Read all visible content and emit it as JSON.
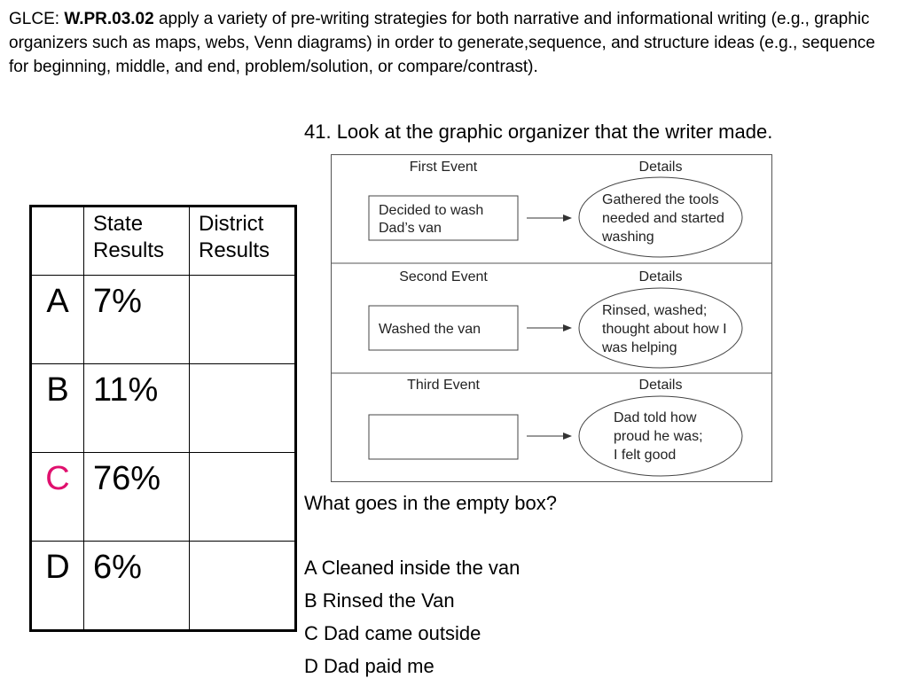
{
  "header": {
    "prefix": "GLCE: ",
    "code": "W.PR.03.02",
    "text": " apply a variety of pre-writing strategies for both narrative and informational writing (e.g., graphic organizers such as maps, webs, Venn diagrams) in order to generate,sequence, and structure ideas (e.g., sequence for beginning, middle, and end, problem/solution, or compare/contrast)."
  },
  "question": "41. Look at the graphic organizer that the writer made.",
  "organizer": {
    "rows": [
      {
        "event_label": "First Event",
        "details_label": "Details",
        "event_lines": [
          "Decided to wash",
          "Dad’s van"
        ],
        "detail_lines": [
          "Gathered the tools",
          "needed and started",
          "washing"
        ]
      },
      {
        "event_label": "Second Event",
        "details_label": "Details",
        "event_lines": [
          "Washed the van"
        ],
        "detail_lines": [
          "Rinsed, washed;",
          "thought about how I",
          "was helping"
        ]
      },
      {
        "event_label": "Third Event",
        "details_label": "Details",
        "event_lines": [],
        "detail_lines": [
          "Dad told how",
          "proud he was;",
          "I felt good"
        ]
      }
    ]
  },
  "results_table": {
    "headers": {
      "state": "State Results",
      "district": "District Results"
    },
    "rows": [
      {
        "letter": "A",
        "state": "7%",
        "district": "",
        "highlight": false
      },
      {
        "letter": "B",
        "state": "11%",
        "district": "",
        "highlight": false
      },
      {
        "letter": "C",
        "state": "76%",
        "district": "",
        "highlight": true
      },
      {
        "letter": "D",
        "state": "6%",
        "district": "",
        "highlight": false
      }
    ],
    "highlight_color": "#e0106e"
  },
  "prompt": "What goes in the empty box?",
  "choices": [
    "A Cleaned inside the van",
    "B Rinsed the Van",
    "C Dad came outside",
    "D Dad paid me"
  ]
}
